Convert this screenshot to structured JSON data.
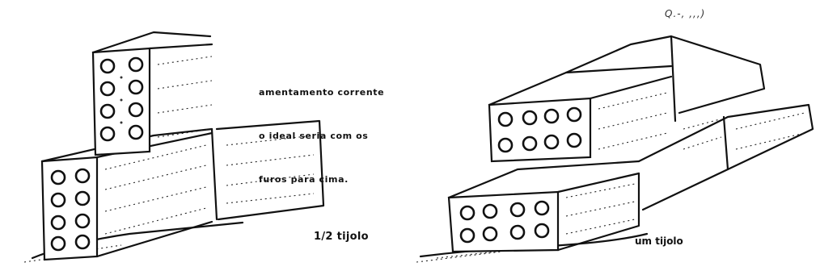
{
  "note": {
    "line1": "amentamento corrente",
    "line2": "o ideal seria com os",
    "line3": "furos para cima."
  },
  "labels": {
    "half_brick": "1/2 tijolo",
    "one_brick": "um tijolo",
    "corner_mark": "Q.-, ,,,)"
  },
  "figures": [
    {
      "name": "half-brick-wall",
      "caption_ref": "labels.half_brick"
    },
    {
      "name": "one-brick-wall",
      "caption_ref": "labels.one_brick"
    }
  ]
}
